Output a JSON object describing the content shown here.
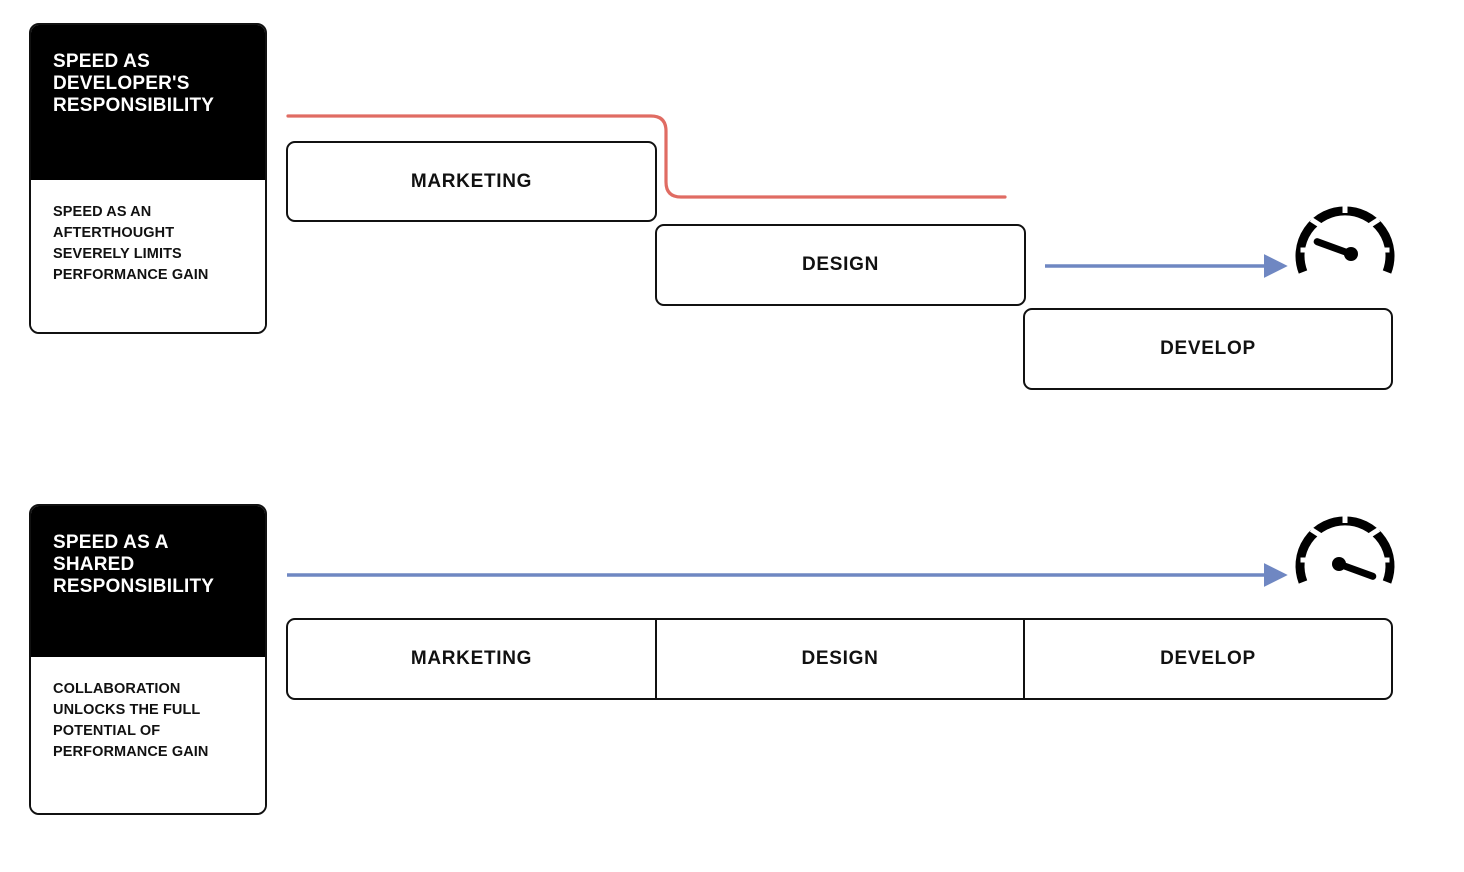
{
  "diagram": {
    "title": "Speed as developer's responsibility versus speed as a shared responsibility",
    "background_color": "#ffffff",
    "colors": {
      "ink": "#111111",
      "card_header_bg": "#000000",
      "card_header_text": "#ffffff",
      "red_path": "#e06c63",
      "blue_arrow": "#6f87c2"
    }
  },
  "scenarios": [
    {
      "id": "sequential",
      "card": {
        "header": "SPEED AS\nDEVELOPER'S\nRESPONSIBILITY",
        "body": "SPEED AS AN\nAFTERTHOUGHT\nSEVERELY LIMITS\nPERFORMANCE GAIN"
      },
      "stages": [
        {
          "label": "MARKETING"
        },
        {
          "label": "DESIGN"
        },
        {
          "label": "DEVELOP"
        }
      ],
      "layout": "staircase",
      "connector": {
        "type": "red-drop-path",
        "color": "#e06c63",
        "description": "red line drops between marketing and design"
      },
      "arrow": {
        "type": "blue-arrow",
        "color": "#6f87c2",
        "length_label": "short"
      },
      "gauge": {
        "name": "speedometer-icon",
        "needle": "low",
        "needle_angle_deg": -160,
        "ticks": 5
      }
    },
    {
      "id": "shared",
      "card": {
        "header": "SPEED AS A\nSHARED\nRESPONSIBILITY",
        "body": "COLLABORATION\nUNLOCKS THE FULL\nPOTENTIAL OF\nPERFORMANCE GAIN"
      },
      "stages": [
        {
          "label": "MARKETING"
        },
        {
          "label": "DESIGN"
        },
        {
          "label": "DEVELOP"
        }
      ],
      "layout": "unified-bar",
      "arrow": {
        "type": "blue-arrow",
        "color": "#6f87c2",
        "length_label": "long"
      },
      "gauge": {
        "name": "speedometer-icon",
        "needle": "high",
        "needle_angle_deg": -20,
        "ticks": 5
      }
    }
  ]
}
